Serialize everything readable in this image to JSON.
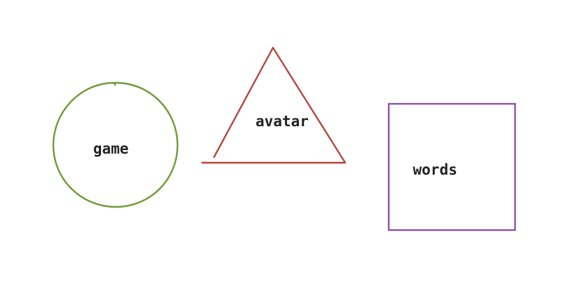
{
  "shapes": {
    "circle": {
      "label": "game",
      "stroke": "#6f9a37"
    },
    "triangle": {
      "label": "avatar",
      "stroke": "#b5473f"
    },
    "square": {
      "label": "words",
      "stroke": "#8e4fa8"
    }
  }
}
